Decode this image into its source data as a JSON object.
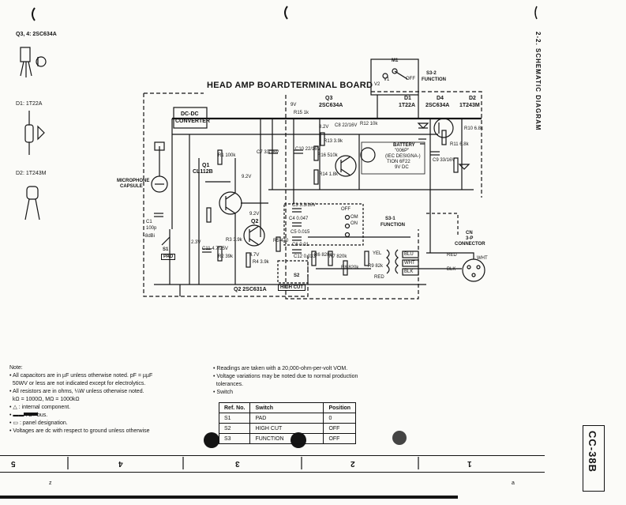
{
  "section_title": "2-2. SCHEMATIC DIAGRAM",
  "page_code": "CC-38B",
  "transistor_label": "Q3, 4: 2SC634A",
  "diode_labels": [
    "D1: 1T22A",
    "D2: 1T243M"
  ],
  "board_labels": {
    "head_amp": "HEAD AMP BOARD",
    "terminal": "TERMINAL BOARD"
  },
  "components": {
    "q1": [
      "Q1",
      "CL112B"
    ],
    "q2": "Q2",
    "q2_bottom": "Q2  2SC631A",
    "q3": [
      "Q3",
      "2SC634A"
    ],
    "q4": [
      "D4",
      "2SC634A"
    ],
    "d1": [
      "D1",
      "1T22A"
    ],
    "d2": [
      "D2",
      "1T243M"
    ],
    "dcdc": [
      "DC-DC",
      "CONVERTER"
    ],
    "battery": [
      "BATTERY",
      "\"006P\"",
      "(IEC DESIGNA-)",
      "TION 6F22",
      "9V DC"
    ],
    "mic": [
      "MICROPHONE",
      "CAPSULE"
    ],
    "connector": [
      "CN",
      "3-P",
      "CONNECTOR"
    ],
    "s1": [
      "S1",
      "PAD"
    ],
    "s2": [
      "S2",
      "HIGH CUT"
    ],
    "s31": [
      "S3-1",
      "FUNCTION"
    ],
    "s32": [
      "S3-2",
      "FUNCTION"
    ],
    "m1": "M1",
    "c1": [
      "C1",
      "100p"
    ],
    "r_labels": [
      "R1 100k",
      "R2 39k",
      "R3 3.9k",
      "R4 3.9k",
      "R5 470",
      "R6 820k",
      "R7 820k",
      "R8 820k",
      "R9 82k",
      "R10 6.8k",
      "R11 6.8k",
      "R12 10k",
      "R13 3.9k",
      "R14 1.8k",
      "R15 1k",
      "R16 510k"
    ],
    "c_labels": [
      "C3 3.3/16V",
      "C4 0.047",
      "C5 0.015",
      "C6 0.01",
      "C7 33/16V",
      "C8 22/16V",
      "C9 33/16V",
      "C10 22/16V",
      "C11 4.7/25V",
      "C12 0.033"
    ],
    "voltages": [
      "9.2V",
      "9.2V",
      "2.3V",
      "4.7V",
      "8.2V",
      "9V"
    ],
    "switch_positions": [
      "OFF",
      "ON",
      "V1",
      "V2",
      "OM",
      "OFF"
    ],
    "wire_colors": [
      "YEL",
      "BLU",
      "WHT",
      "BLK",
      "RED",
      "BLK",
      "RED",
      "WHT"
    ],
    "db": "-8dBi"
  },
  "notes": {
    "heading": "Note:",
    "lines": [
      "All capacitors are in µF unless otherwise noted. pF = µµF",
      "50WV or less are not indicated except for electrolytics.",
      "All resistors are in ohms, ¼W unless otherwise noted.",
      "kΩ = 1000Ω, MΩ = 1000kΩ",
      "△ : internal component.",
      "▬▬ : B+ bus.",
      "▭ : panel designation.",
      "Voltages are dc with respect to ground unless otherwise"
    ],
    "readings": [
      "Readings are taken with a 20,000-ohm-per-volt VOM.",
      "Voltage variations may be noted due to normal production",
      "tolerances.",
      "Switch"
    ]
  },
  "switch_table": {
    "headers": [
      "Ref. No.",
      "Switch",
      "Position"
    ],
    "rows": [
      [
        "S1",
        "PAD",
        "0"
      ],
      [
        "S2",
        "HIGH CUT",
        "OFF"
      ],
      [
        "S3",
        "FUNCTION",
        "OFF"
      ]
    ]
  },
  "ruler": [
    "5",
    "4",
    "3",
    "2",
    "1"
  ],
  "corner_marks": [
    "z",
    "a"
  ]
}
